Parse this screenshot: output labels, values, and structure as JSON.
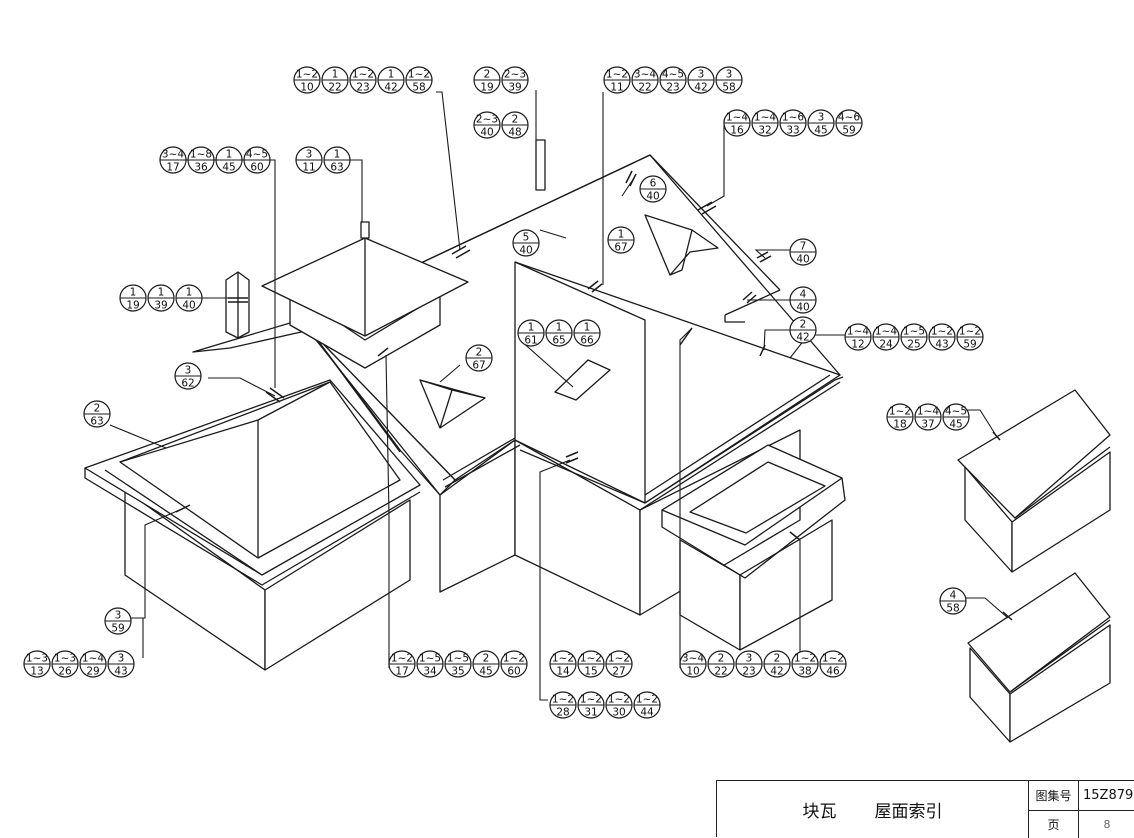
{
  "title_block": {
    "material": "块瓦",
    "subject": "屋面索引",
    "atlas_label": "图集号",
    "atlas_number": "15Z879",
    "page_label": "页",
    "page_number": "8"
  },
  "callouts": [
    {
      "id": "c-top1",
      "items": [
        [
          "1~2",
          "10"
        ],
        [
          "1",
          "22"
        ],
        [
          "1~2",
          "23"
        ],
        [
          "1",
          "42"
        ],
        [
          "1~2",
          "58"
        ]
      ]
    },
    {
      "id": "c-top2a",
      "items": [
        [
          "2",
          "19"
        ],
        [
          "2~3",
          "39"
        ]
      ]
    },
    {
      "id": "c-top2b",
      "items": [
        [
          "2~3",
          "40"
        ],
        [
          "2",
          "48"
        ]
      ]
    },
    {
      "id": "c-top3",
      "items": [
        [
          "1~2",
          "11"
        ],
        [
          "3~4",
          "22"
        ],
        [
          "4~5",
          "23"
        ],
        [
          "3",
          "42"
        ],
        [
          "3",
          "58"
        ]
      ]
    },
    {
      "id": "c-top4",
      "items": [
        [
          "1~4",
          "16"
        ],
        [
          "1~4",
          "32"
        ],
        [
          "1~6",
          "33"
        ],
        [
          "3",
          "45"
        ],
        [
          "4~6",
          "59"
        ]
      ]
    },
    {
      "id": "c-left1",
      "items": [
        [
          "3~4",
          "17"
        ],
        [
          "1~8",
          "36"
        ],
        [
          "1",
          "45"
        ],
        [
          "4~5",
          "60"
        ]
      ]
    },
    {
      "id": "c-pyramid",
      "items": [
        [
          "3",
          "11"
        ],
        [
          "1",
          "63"
        ]
      ]
    },
    {
      "id": "c-640",
      "items": [
        [
          "6",
          "40"
        ]
      ]
    },
    {
      "id": "c-540",
      "items": [
        [
          "5",
          "40"
        ]
      ]
    },
    {
      "id": "c-167",
      "items": [
        [
          "1",
          "67"
        ]
      ]
    },
    {
      "id": "c-740",
      "items": [
        [
          "7",
          "40"
        ]
      ]
    },
    {
      "id": "c-chimney",
      "items": [
        [
          "1",
          "19"
        ],
        [
          "1",
          "39"
        ],
        [
          "1",
          "40"
        ]
      ]
    },
    {
      "id": "c-440",
      "items": [
        [
          "4",
          "40"
        ]
      ]
    },
    {
      "id": "c-242",
      "items": [
        [
          "2",
          "42"
        ]
      ]
    },
    {
      "id": "c-right1",
      "items": [
        [
          "1~4",
          "12"
        ],
        [
          "1~4",
          "24"
        ],
        [
          "1~5",
          "25"
        ],
        [
          "1~2",
          "43"
        ],
        [
          "1~2",
          "59"
        ]
      ]
    },
    {
      "id": "c-skylight",
      "items": [
        [
          "1",
          "61"
        ],
        [
          "1",
          "65"
        ],
        [
          "1",
          "66"
        ]
      ]
    },
    {
      "id": "c-362",
      "items": [
        [
          "3",
          "62"
        ]
      ]
    },
    {
      "id": "c-267",
      "items": [
        [
          "2",
          "67"
        ]
      ]
    },
    {
      "id": "c-263",
      "items": [
        [
          "2",
          "63"
        ]
      ]
    },
    {
      "id": "c-right2",
      "items": [
        [
          "1~2",
          "18"
        ],
        [
          "1~4",
          "37"
        ],
        [
          "4~5",
          "45"
        ]
      ]
    },
    {
      "id": "c-458",
      "items": [
        [
          "4",
          "58"
        ]
      ]
    },
    {
      "id": "c-359",
      "items": [
        [
          "3",
          "59"
        ]
      ]
    },
    {
      "id": "c-bl",
      "items": [
        [
          "1~3",
          "13"
        ],
        [
          "1~3",
          "26"
        ],
        [
          "1~4",
          "29"
        ],
        [
          "3",
          "43"
        ]
      ]
    },
    {
      "id": "c-bm1",
      "items": [
        [
          "1~2",
          "17"
        ],
        [
          "1~5",
          "34"
        ],
        [
          "1~5",
          "35"
        ],
        [
          "2",
          "45"
        ],
        [
          "1~2",
          "60"
        ]
      ]
    },
    {
      "id": "c-bm2",
      "items": [
        [
          "1~2",
          "14"
        ],
        [
          "1~2",
          "15"
        ],
        [
          "1~2",
          "27"
        ]
      ]
    },
    {
      "id": "c-bm3",
      "items": [
        [
          "1~2",
          "28"
        ],
        [
          "1~2",
          "31"
        ],
        [
          "1~2",
          "30"
        ],
        [
          "1~2",
          "44"
        ]
      ]
    },
    {
      "id": "c-br",
      "items": [
        [
          "3~4",
          "10"
        ],
        [
          "2",
          "22"
        ],
        [
          "3",
          "23"
        ],
        [
          "2",
          "42"
        ],
        [
          "1~2",
          "38"
        ],
        [
          "1~2",
          "46"
        ]
      ]
    }
  ]
}
